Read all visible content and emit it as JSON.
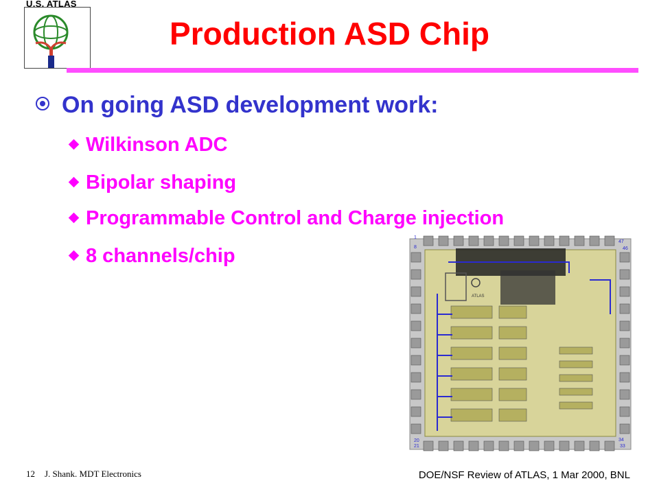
{
  "logo": {
    "label": "U.S. ATLAS"
  },
  "slide": {
    "title": "Production ASD Chip",
    "main_bullet": "On going ASD development work:",
    "sub_bullets": [
      "Wilkinson ADC",
      "Bipolar shaping",
      "Programmable Control and Charge injection",
      "8 channels/chip"
    ]
  },
  "chip_image": {
    "pad_labels": {
      "top_left": "1",
      "top_right": "47",
      "right_top": "46",
      "bottom_left_a": "20",
      "bottom_left_b": "21",
      "bottom_right_a": "34",
      "bottom_right_b": "33",
      "left_top": "8"
    },
    "die_label": "ATLAS"
  },
  "footer": {
    "page_number": "12",
    "author": "J. Shank. MDT Electronics",
    "event": "DOE/NSF Review of ATLAS, 1 Mar 2000, BNL"
  },
  "colors": {
    "title": "#ff0000",
    "rule": "#ff4dff",
    "main_bullet": "#3333cc",
    "sub_bullets": "#ff00ff"
  }
}
